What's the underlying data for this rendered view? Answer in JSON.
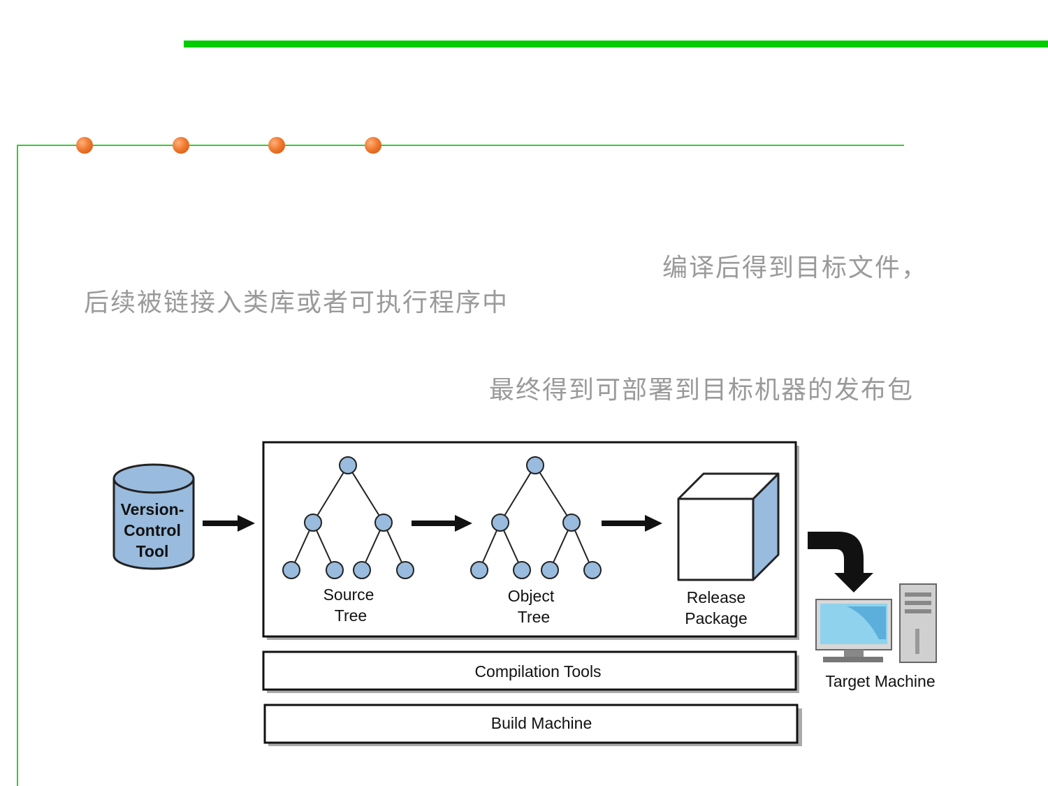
{
  "text": {
    "line1": "编译后得到目标文件，",
    "line2": "后续被链接入类库或者可执行程序中",
    "line3": "最终得到可部署到目标机器的发布包"
  },
  "diagram": {
    "vct": [
      "Version-",
      "Control",
      "Tool"
    ],
    "source_tree": [
      "Source",
      "Tree"
    ],
    "object_tree": [
      "Object",
      "Tree"
    ],
    "release_package": [
      "Release",
      "Package"
    ],
    "compilation_tools": "Compilation Tools",
    "build_machine": "Build Machine",
    "target_machine": "Target Machine"
  },
  "colors": {
    "accent_green": "#00cc00",
    "dot_orange": "#f07a30",
    "node_blue": "#99bbdd",
    "text_gray": "#9a9a9a"
  }
}
